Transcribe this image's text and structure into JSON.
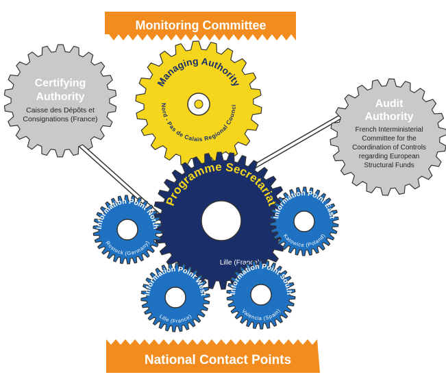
{
  "banners": {
    "top": "Monitoring Committee",
    "bottom": "National Contact Points"
  },
  "managing_authority": {
    "title": "Managing Authority",
    "subtitle": "Nord - Pas de Calais Regional Council"
  },
  "certifying_authority": {
    "title_line1": "Certifying",
    "title_line2": "Authority",
    "desc_line1": "Caisse des Dépôts et",
    "desc_line2": "Consignations (France)"
  },
  "audit_authority": {
    "title_line1": "Audit",
    "title_line2": "Authority",
    "desc_line1": "French Interministerial",
    "desc_line2": "Committee for the",
    "desc_line3": "Coordination of Controls",
    "desc_line4": "regarding European",
    "desc_line5": "Structural Funds"
  },
  "programme_secretariat": {
    "title": "Programme Secretariat",
    "location": "Lille (France)"
  },
  "information_points": {
    "north": {
      "title": "Information Point North",
      "location": "Rostock (Germany)"
    },
    "east": {
      "title": "Information Point East",
      "location": "Katowice (Poland)"
    },
    "west": {
      "title": "Information Point West",
      "location": "Lille (France)"
    },
    "south": {
      "title": "Information Point South",
      "location": "Valencia (Spain)"
    }
  },
  "colors": {
    "orange": "#f28c1e",
    "yellow": "#f5d61c",
    "gray": "#c9c9c9",
    "navy": "#1a2f6a",
    "blue": "#1f71c1",
    "white": "#ffffff"
  }
}
